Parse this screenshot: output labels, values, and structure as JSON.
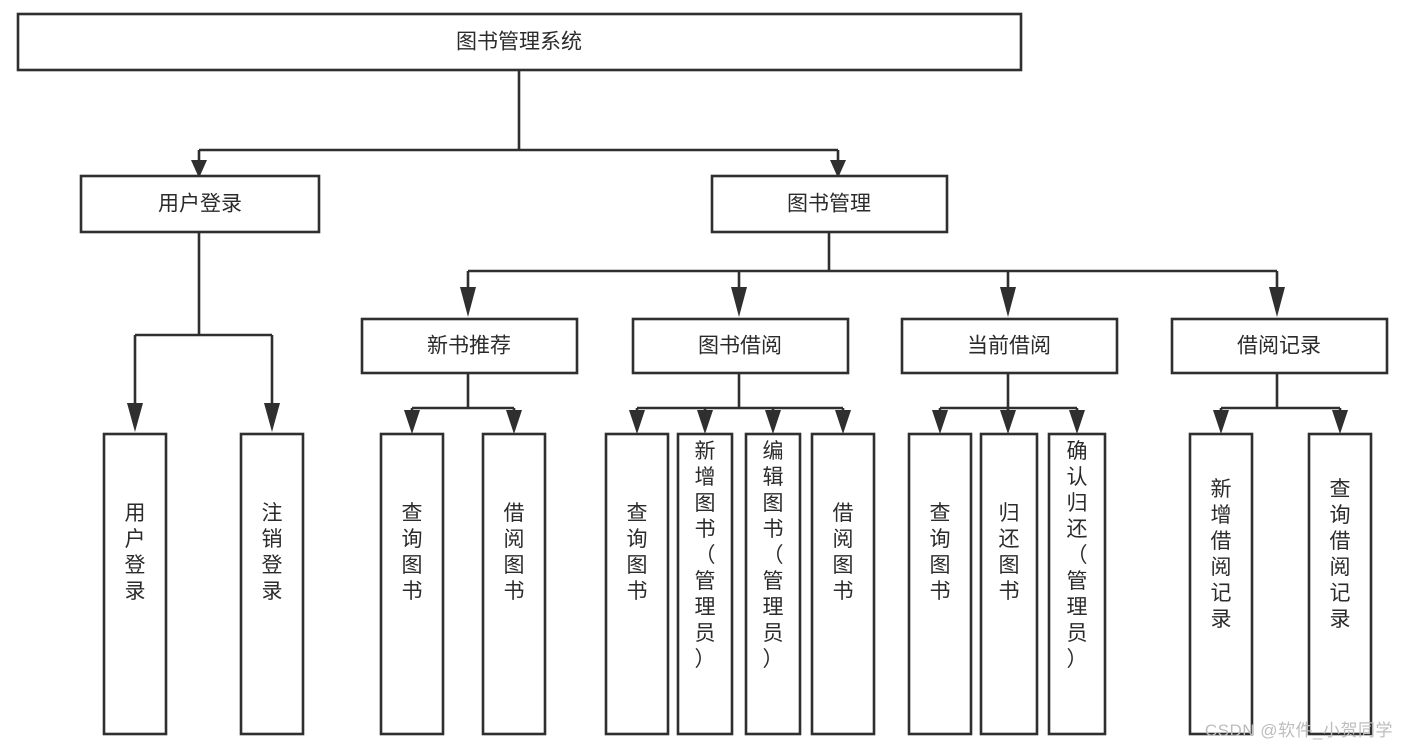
{
  "diagram": {
    "type": "tree-hierarchy-chart",
    "title_node": "图书管理系统",
    "orientation": "top-down",
    "watermark": "CSDN @软件_小贺同学",
    "colors": {
      "box_fill": "#ffffff",
      "box_stroke": "#2f2f2f",
      "text": "#2b2b2b",
      "connector": "#2f2f2f",
      "watermark": "#bdbdbd",
      "background": "#ffffff"
    },
    "levels": {
      "level0": [
        "图书管理系统"
      ],
      "level1": [
        "用户登录",
        "图书管理"
      ],
      "level2": [
        "新书推荐",
        "图书借阅",
        "当前借阅",
        "借阅记录"
      ],
      "level3": [
        "用户登录",
        "注销登录",
        "查询图书",
        "借阅图书",
        "查询图书",
        "新增图书（管理员）",
        "编辑图书（管理员）",
        "借阅图书",
        "查询图书",
        "归还图书",
        "确认归还（管理员）",
        "新增借阅记录",
        "查询借阅记录"
      ]
    },
    "nodes": {
      "root": {
        "label": "图书管理系统"
      },
      "user_login": {
        "label": "用户登录"
      },
      "book_manage": {
        "label": "图书管理"
      },
      "new_book_rec": {
        "label": "新书推荐"
      },
      "book_borrow": {
        "label": "图书借阅"
      },
      "current_borrow": {
        "label": "当前借阅"
      },
      "borrow_record": {
        "label": "借阅记录"
      },
      "leaf_user_login": {
        "label": "用户登录"
      },
      "leaf_logout": {
        "label": "注销登录"
      },
      "leaf_query_book_1": {
        "label": "查询图书"
      },
      "leaf_borrow_book_1": {
        "label": "借阅图书"
      },
      "leaf_query_book_2": {
        "label": "查询图书"
      },
      "leaf_add_book": {
        "label": "新增图书（管理员）"
      },
      "leaf_edit_book": {
        "label": "编辑图书（管理员）"
      },
      "leaf_borrow_book_2": {
        "label": "借阅图书"
      },
      "leaf_query_book_3": {
        "label": "查询图书"
      },
      "leaf_return_book": {
        "label": "归还图书"
      },
      "leaf_confirm_return": {
        "label": "确认归还（管理员）"
      },
      "leaf_add_record": {
        "label": "新增借阅记录"
      },
      "leaf_query_record": {
        "label": "查询借阅记录"
      }
    },
    "edges": [
      {
        "from": "图书管理系统",
        "to": "用户登录"
      },
      {
        "from": "图书管理系统",
        "to": "图书管理"
      },
      {
        "from": "用户登录",
        "to": "用户登录"
      },
      {
        "from": "用户登录",
        "to": "注销登录"
      },
      {
        "from": "图书管理",
        "to": "新书推荐"
      },
      {
        "from": "图书管理",
        "to": "图书借阅"
      },
      {
        "from": "图书管理",
        "to": "当前借阅"
      },
      {
        "from": "图书管理",
        "to": "借阅记录"
      },
      {
        "from": "新书推荐",
        "to": "查询图书"
      },
      {
        "from": "新书推荐",
        "to": "借阅图书"
      },
      {
        "from": "图书借阅",
        "to": "查询图书"
      },
      {
        "from": "图书借阅",
        "to": "新增图书（管理员）"
      },
      {
        "from": "图书借阅",
        "to": "编辑图书（管理员）"
      },
      {
        "from": "图书借阅",
        "to": "借阅图书"
      },
      {
        "from": "当前借阅",
        "to": "查询图书"
      },
      {
        "from": "当前借阅",
        "to": "归还图书"
      },
      {
        "from": "当前借阅",
        "to": "确认归还（管理员）"
      },
      {
        "from": "借阅记录",
        "to": "新增借阅记录"
      },
      {
        "from": "借阅记录",
        "to": "查询借阅记录"
      }
    ]
  }
}
